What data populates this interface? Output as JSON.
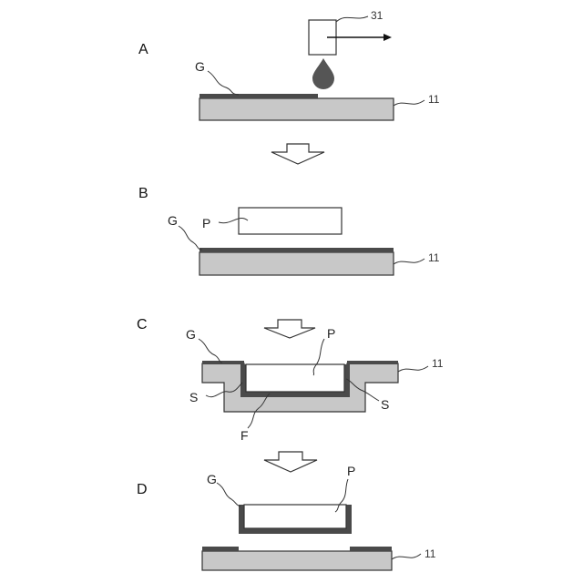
{
  "steps": {
    "a": "A",
    "b": "B",
    "c": "C",
    "d": "D"
  },
  "labels": {
    "g": "G",
    "p": "P",
    "s": "S",
    "f": "F",
    "substrate_ref": "11",
    "nozzle_ref": "31"
  },
  "colors": {
    "substrate": "#c8c8c8",
    "glycerin_layer": "#4a4a4a",
    "droplet": "#555555",
    "outline": "#333333"
  }
}
